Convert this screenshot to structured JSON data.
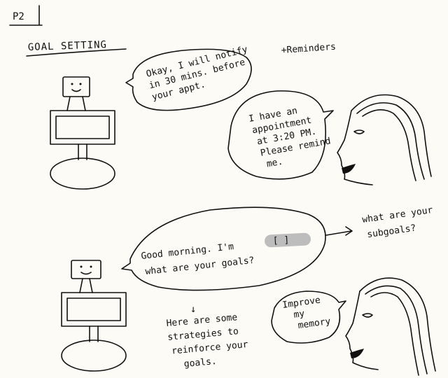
{
  "page": {
    "label": "P2",
    "section_title": "GOAL SETTING"
  },
  "top_panel": {
    "robot_reply": [
      "Okay, I will notify",
      "in 30 mins. before",
      "your appt."
    ],
    "annotation": "+Reminders",
    "user_request": [
      "I have an",
      "appointment",
      "at 3:20 PM.",
      "Please remind",
      "me."
    ]
  },
  "bottom_panel": {
    "robot_greeting_line1": "Good morning. I'm",
    "robot_name_placeholder": "[ ]",
    "robot_greeting_line2": "what are your goals?",
    "followup_question": [
      "what are your",
      "subgoals?"
    ],
    "arrow_symbol": "↓",
    "strategies_note": [
      "Here are some",
      "strategies to",
      "reinforce your",
      "goals."
    ],
    "user_reply": [
      "Improve",
      "my",
      "memory"
    ]
  },
  "colors": {
    "ink": "#111111",
    "paper": "#fcfbf6",
    "highlight": "#bdbdbd"
  }
}
